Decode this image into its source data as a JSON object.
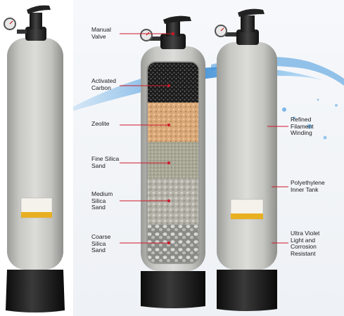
{
  "colors": {
    "background": "#ffffff",
    "panel": "#f3f5f8",
    "tank_body": "#c9cac6",
    "tank_base": "#1c1c1c",
    "valve": "#1e1e1e",
    "pointer_line": "#d0182a",
    "water": "#3a8fd6"
  },
  "icons": {
    "pressure_gauge": "pressure-gauge-icon",
    "manual_valve": "manual-valve-icon",
    "water_splash": "water-splash-icon"
  },
  "left_labels": [
    {
      "id": "manual-valve",
      "text": "Manual\nValve"
    },
    {
      "id": "activated-carbon",
      "text": "Activated\nCarbon"
    },
    {
      "id": "zeolite",
      "text": "Zeolite"
    },
    {
      "id": "fine-silica-sand",
      "text": "Fine Silica\nSand"
    },
    {
      "id": "medium-silica-sand",
      "text": "Medium\nSilica\nSand"
    },
    {
      "id": "coarse-silica-sand",
      "text": "Coarse\nSilica\nSand"
    }
  ],
  "right_labels": [
    {
      "id": "refined-filament-winding",
      "text": "Refined\nFilament\nWinding"
    },
    {
      "id": "polyethylene-inner-tank",
      "text": "Polyethylene\nInner Tank"
    },
    {
      "id": "ultra-violet-light",
      "text": "Ultra Violet\nLight and\nCorrosion\nResistant"
    }
  ]
}
